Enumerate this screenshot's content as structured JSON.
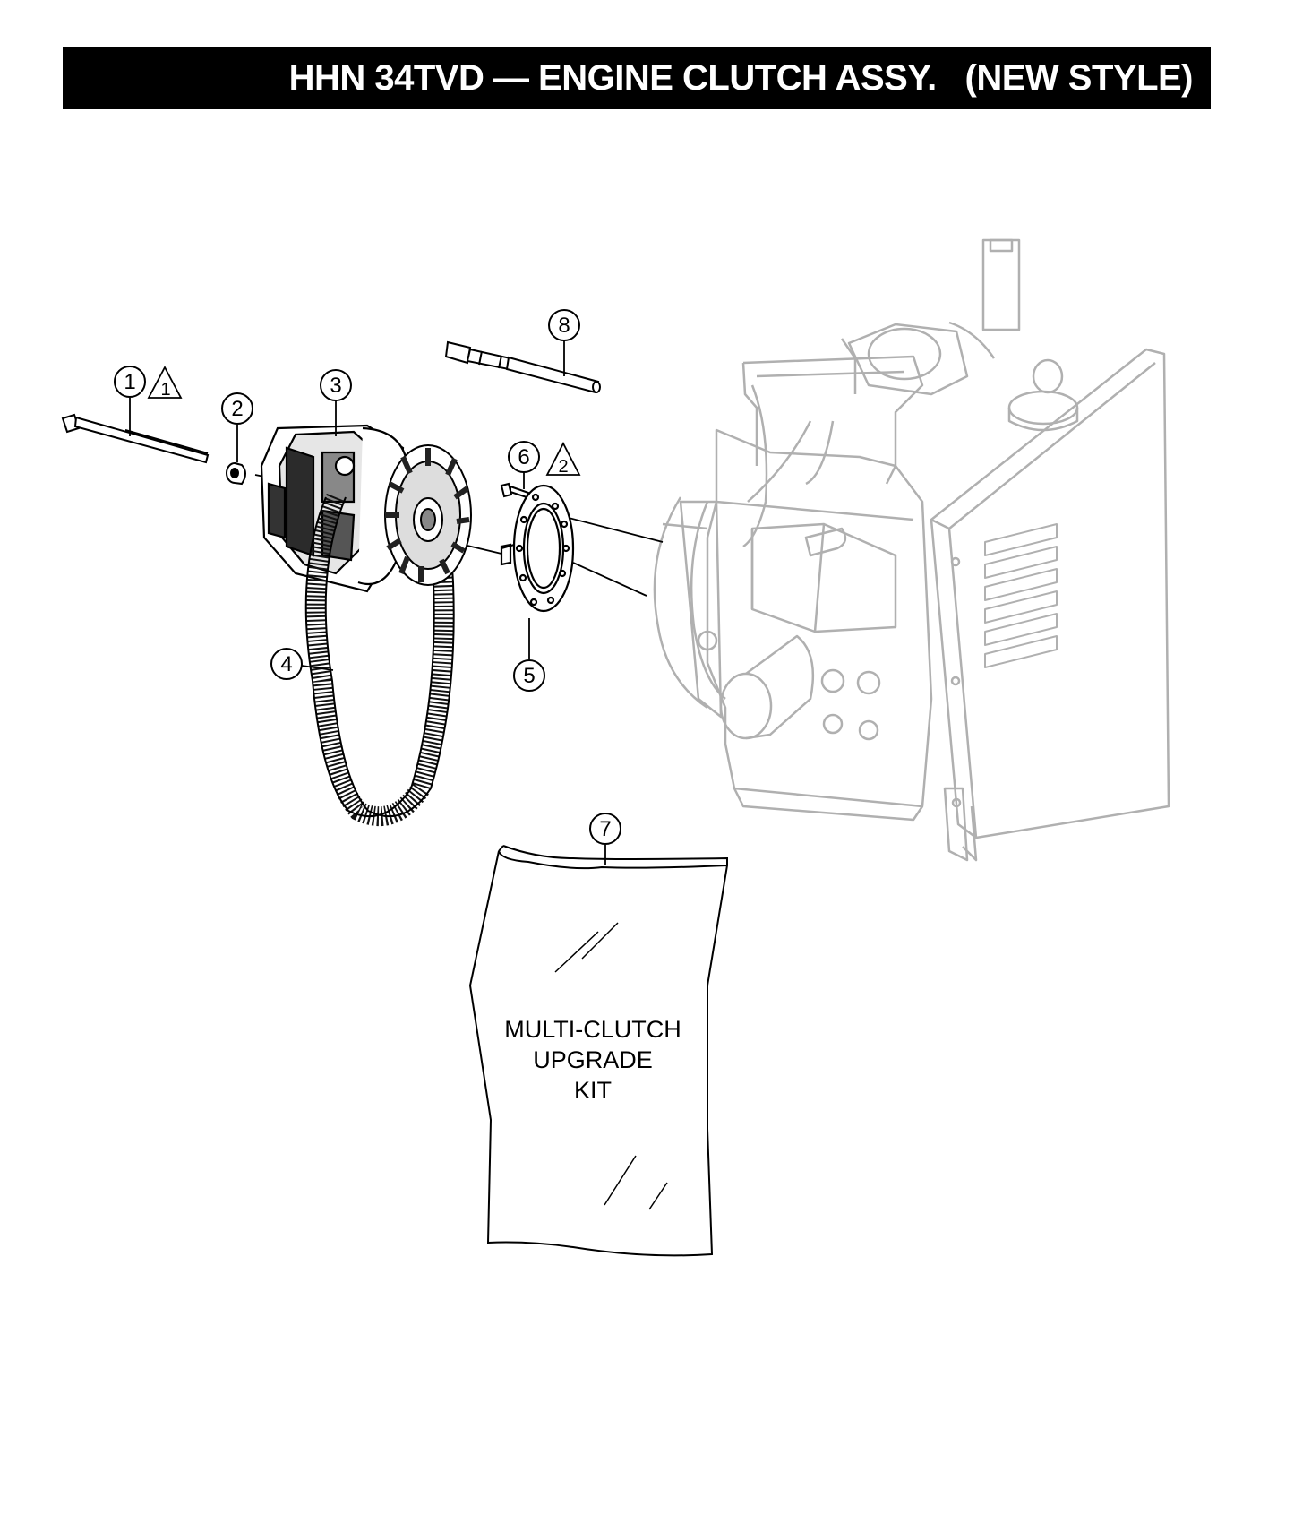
{
  "title": "HHN 34TVD — ENGINE CLUTCH ASSY.   (NEW STYLE)",
  "callouts": [
    "1",
    "2",
    "3",
    "4",
    "5",
    "6",
    "7",
    "8"
  ],
  "warning_markers": [
    "1",
    "2"
  ],
  "kit_label": {
    "line1": "MULTI-CLUTCH",
    "line2": "UPGRADE",
    "line3": "KIT"
  },
  "colors": {
    "title_bg": "#000000",
    "title_fg": "#ffffff",
    "line_art": "#000000",
    "engine_art": "#b5b5b5"
  }
}
